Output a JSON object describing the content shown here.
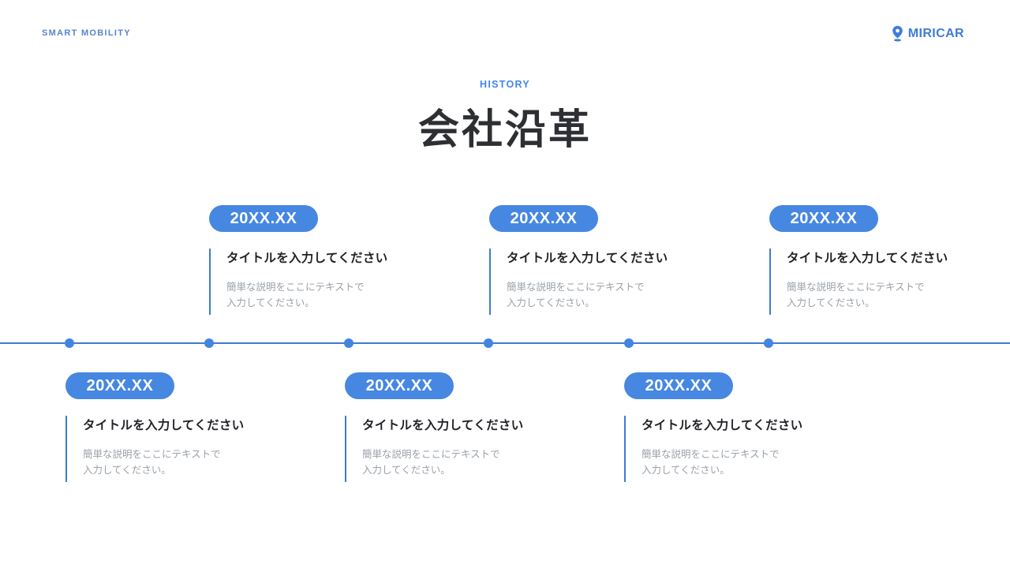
{
  "slide": {
    "brand": "SMART MOBILITY",
    "logo": {
      "text": "MIRICAR",
      "icon": "location-pin-icon"
    },
    "eyebrow": "HISTORY",
    "title": "会社沿革"
  },
  "timeline": {
    "items": [
      {
        "date": "20XX.XX",
        "title": "タイトルを入力してください",
        "description": "簡単な説明をここにテキストで\n入力してください。",
        "row": "bottom"
      },
      {
        "date": "20XX.XX",
        "title": "タイトルを入力してください",
        "description": "簡単な説明をここにテキストで\n入力してください。",
        "row": "top"
      },
      {
        "date": "20XX.XX",
        "title": "タイトルを入力してください",
        "description": "簡単な説明をここにテキストで\n入力してください。",
        "row": "bottom"
      },
      {
        "date": "20XX.XX",
        "title": "タイトルを入力してください",
        "description": "簡単な説明をここにテキストで\n入力してください。",
        "row": "top"
      },
      {
        "date": "20XX.XX",
        "title": "タイトルを入力してください",
        "description": "簡単な説明をここにテキストで\n入力してください。",
        "row": "bottom"
      },
      {
        "date": "20XX.XX",
        "title": "タイトルを入力してください",
        "description": "簡単な説明をここにテキストで\n入力してください。",
        "row": "top"
      }
    ]
  },
  "colors": {
    "accent_blue": "#4687e2",
    "line_blue": "#3c7cd2",
    "eyebrow_blue": "#4285f4",
    "brand_blue": "#5585d2",
    "logo_blue": "#3e7cd9",
    "title_text": "#2d2f33",
    "muted_text": "#9aa1a9"
  }
}
